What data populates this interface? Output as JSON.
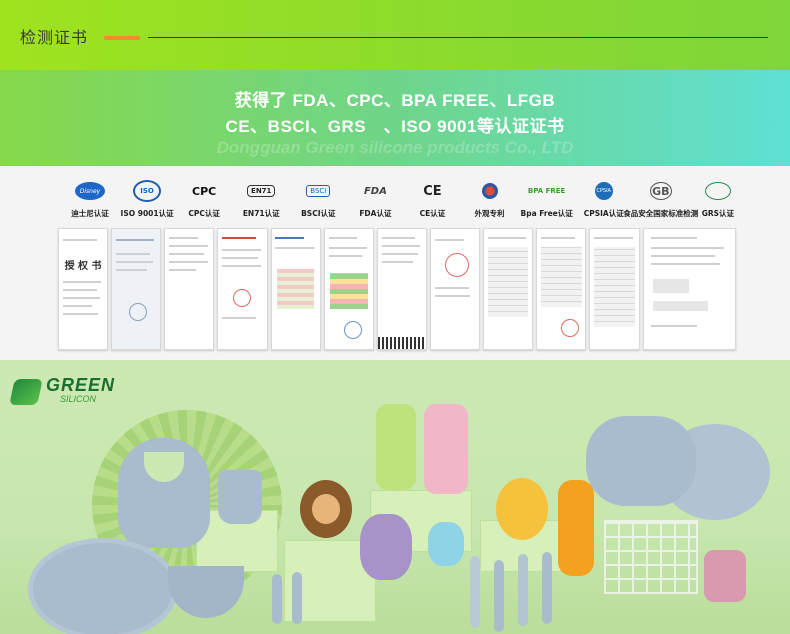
{
  "header": {
    "title": "检测证书",
    "accent_color": "#f28a2e"
  },
  "banner": {
    "line1": "获得了 FDA、CPC、BPA FREE、LFGB",
    "line2": "CE、BSCI、GRS　、ISO 9001等认证证书",
    "watermark": "Dongguan Green silicone products Co., LTD"
  },
  "certifications": [
    {
      "label": "迪士尼认证",
      "icon": "disney-logo-icon"
    },
    {
      "label": "ISO 9001认证",
      "icon": "iso-logo-icon"
    },
    {
      "label": "CPC认证",
      "icon": "cpc-logo-icon"
    },
    {
      "label": "EN71认证",
      "icon": "en71-logo-icon"
    },
    {
      "label": "BSCI认证",
      "icon": "bsci-logo-icon"
    },
    {
      "label": "FDA认证",
      "icon": "fda-logo-icon"
    },
    {
      "label": "CE认证",
      "icon": "ce-logo-icon"
    },
    {
      "label": "外观专利",
      "icon": "patent-logo-icon"
    },
    {
      "label": "Bpa Free认证",
      "icon": "bpa-free-logo-icon"
    },
    {
      "label": "CPSIA认证",
      "icon": "cpsia-logo-icon"
    },
    {
      "label": "食品安全国家标准检测",
      "icon": "gb-logo-icon"
    },
    {
      "label": "GRS认证",
      "icon": "grs-logo-icon"
    }
  ],
  "logo_marks": {
    "disney": "Disney",
    "iso": "ISO",
    "cpc": "CPC",
    "en71": "EN71",
    "bsci": "BSCI",
    "fda": "FDA",
    "ce": "CE",
    "bpa": "BPA FREE",
    "cpsia": "CPSIA",
    "gb": "GB"
  },
  "documents": {
    "disney_cert_title": "授 权 书"
  },
  "brand": {
    "name": "GREEN",
    "sub": "SILICON"
  }
}
